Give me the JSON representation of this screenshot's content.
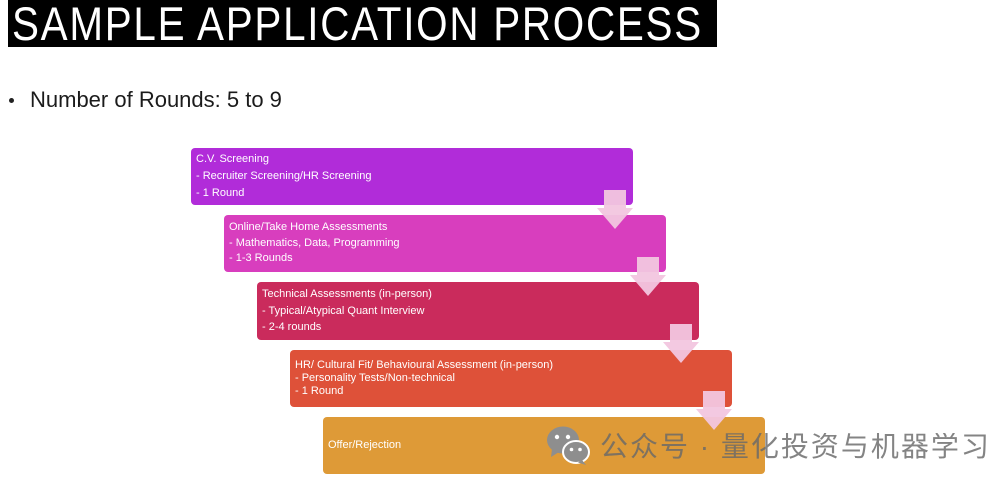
{
  "title": "SAMPLE APPLICATION PROCESS",
  "bullets": [
    "Number of Rounds: 5 to 9"
  ],
  "stages": [
    {
      "heading": "C.V. Screening",
      "details": [
        "- Recruiter Screening/HR Screening",
        "- 1 Round"
      ],
      "color": "#B12CD9"
    },
    {
      "heading": "Online/Take Home Assessments",
      "details": [
        "- Mathematics, Data, Programming",
        "- 1-3 Rounds"
      ],
      "color": "#D83EBE"
    },
    {
      "heading": "Technical Assessments (in-person)",
      "details": [
        "- Typical/Atypical Quant Interview",
        "- 2-4 rounds"
      ],
      "color": "#CA2B5C"
    },
    {
      "heading": "HR/ Cultural Fit/ Behavioural Assessment (in-person)",
      "details": [
        "- Personality Tests/Non-technical",
        "- 1 Round"
      ],
      "color": "#DE5139"
    },
    {
      "heading": "Offer/Rejection",
      "details": [],
      "color": "#DE9A37"
    }
  ],
  "connector_icon": "down-arrow-icon",
  "connector_color": "#F2C6DF",
  "watermark": {
    "icon": "wechat-icon",
    "text": "公众号 · 量化投资与机器学习"
  }
}
